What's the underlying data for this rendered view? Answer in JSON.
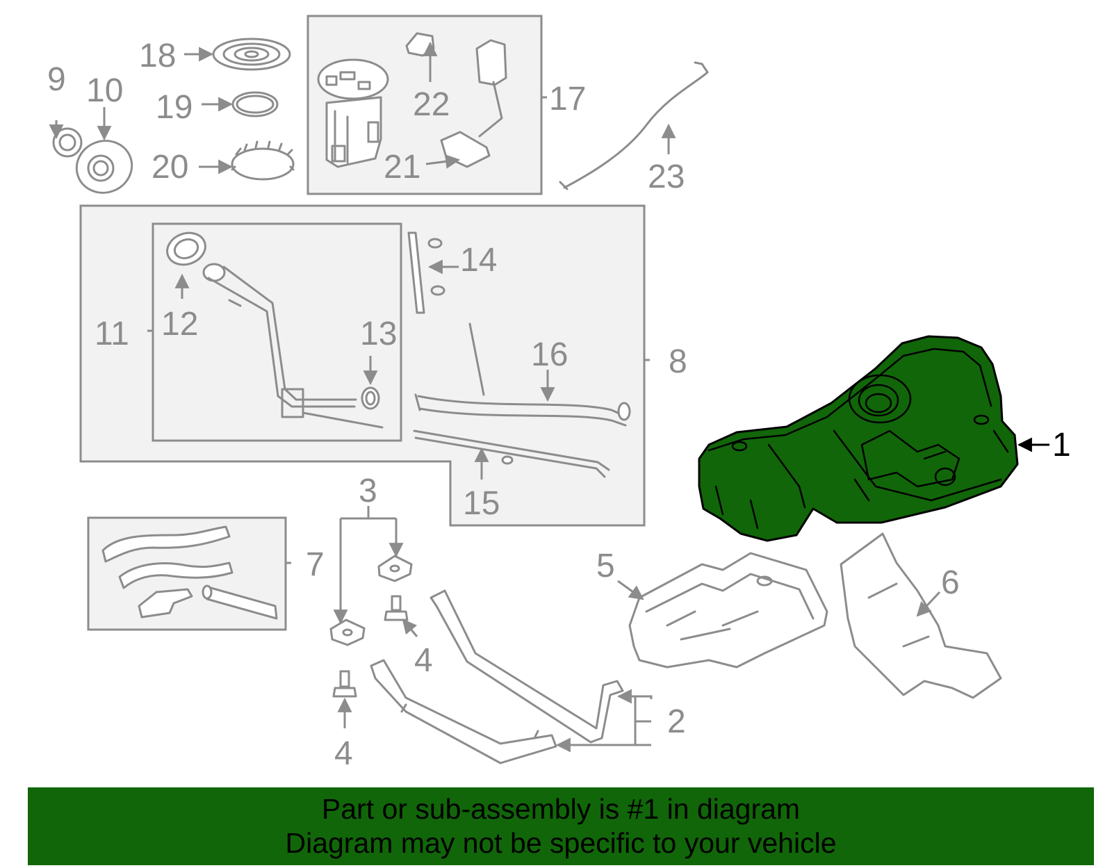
{
  "callouts": {
    "c1": "1",
    "c2": "2",
    "c3": "3",
    "c4a": "4",
    "c4b": "4",
    "c5": "5",
    "c6": "6",
    "c7": "7",
    "c8": "8",
    "c9": "9",
    "c10": "10",
    "c11": "11",
    "c12": "12",
    "c13": "13",
    "c14": "14",
    "c15": "15",
    "c16": "16",
    "c17": "17",
    "c18": "18",
    "c19": "19",
    "c20": "20",
    "c21": "21",
    "c22": "22",
    "c23": "23"
  },
  "highlighted_part": "1",
  "colors": {
    "highlight": "#116609",
    "part_lines": "#8c8c8c",
    "group_box": "#f2f2f2"
  },
  "banner": {
    "line1": "Part or sub-assembly is #1 in diagram",
    "line2": "Diagram may not be specific to your vehicle"
  }
}
